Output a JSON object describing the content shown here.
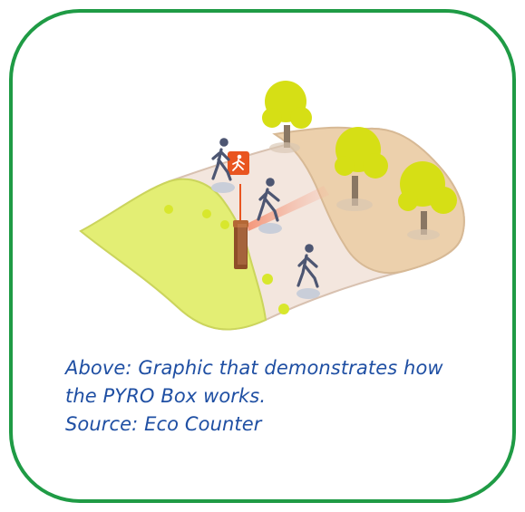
{
  "caption": {
    "line_1": "Above: Graphic that demonstrates how",
    "line_2": "the PYRO Box works.",
    "line_3": "Source: Eco Counter"
  },
  "colors": {
    "border": "#1f9b45",
    "caption": "#1f4fa3",
    "grass": "#e3ee74",
    "path": "#f3e6de",
    "sand": "#ecd0ac",
    "tree_canopy": "#d6df15",
    "tree_trunk": "#8a7763",
    "sensor_box": "#8e4d28",
    "sensor_accent": "#e95520",
    "figure": "#4d5672"
  },
  "icons": {
    "illustration": "pedestrian-counter-scene",
    "sensor_badge": "walking-person-icon"
  }
}
